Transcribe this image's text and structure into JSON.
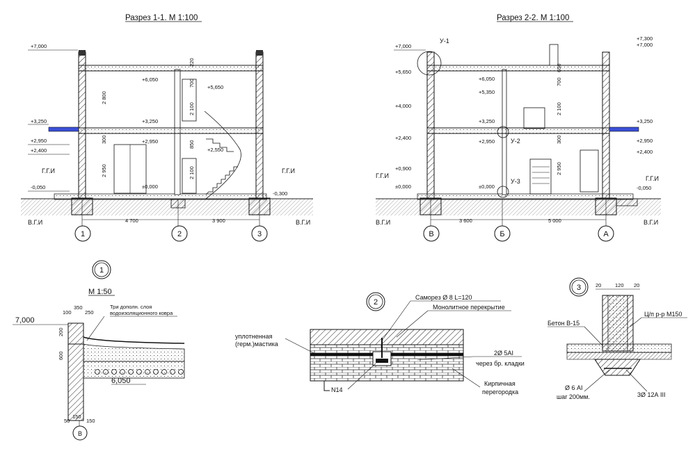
{
  "section_1": {
    "title": "Разрез 1-1. М 1:100",
    "levels": [
      "+7,000",
      "+6,050",
      "+5,650",
      "+3,250",
      "+3,250",
      "+2,950",
      "+2,950",
      "+2,400",
      "+2,550",
      "±0,000",
      "-0,050",
      "-0,300"
    ],
    "dims": [
      "2 800",
      "300",
      "2 950",
      "220",
      "2 100",
      "700",
      "2 100",
      "850"
    ],
    "ground_labels": [
      "Г.Г.И",
      "Г.Г.И",
      "В.Г.И",
      "В.Г.И"
    ],
    "axes": [
      "1",
      "2",
      "3"
    ],
    "spans": [
      "4 700",
      "3 900"
    ]
  },
  "section_2": {
    "title": "Разрез 2-2. М 1:100",
    "levels": [
      "+7,000",
      "+5,650",
      "+4,000",
      "+2,400",
      "+0,900",
      "±0,000",
      "+6,050",
      "+5,350",
      "+3,250",
      "+2,950",
      "±0,000",
      "+7,300",
      "+7,000",
      "+3,250",
      "+2,950",
      "+2,400",
      "-0,050"
    ],
    "nodes": [
      "У-1",
      "У-2",
      "У-3"
    ],
    "dims": [
      "650",
      "700",
      "2 100",
      "300",
      "2 950"
    ],
    "ground_labels": [
      "Г.Г.И",
      "Г.Г.И",
      "В.Г.И",
      "В.Г.И"
    ],
    "axes": [
      "В",
      "Б",
      "А"
    ],
    "spans": [
      "3 600",
      "5 000"
    ]
  },
  "detail_1": {
    "number": "1",
    "scale": "М 1:50",
    "note": [
      "Три дополн. слоя",
      "водоизоляционного ковра"
    ],
    "level_top": "7,000",
    "level_bottom": "6,050",
    "dims": [
      "350",
      "100",
      "250",
      "200",
      "600",
      "50",
      "150",
      "150"
    ],
    "axis": "В"
  },
  "detail_2": {
    "number": "2",
    "labels": [
      "Саморез Ø 8 L=120",
      "Монолитное перекрытие",
      "уплотненная",
      "(герм.)мастика",
      "2Ø 5АI",
      "через бр. кладки",
      "Кирпичная",
      "перегородка",
      "N14"
    ]
  },
  "detail_3": {
    "number": "3",
    "dims": [
      "20",
      "120",
      "20"
    ],
    "labels": [
      "Бетон В-15",
      "Ц/п р-р М150",
      "Ø 6 АI",
      "шаг 200мм.",
      "3Ø 12А III"
    ]
  }
}
